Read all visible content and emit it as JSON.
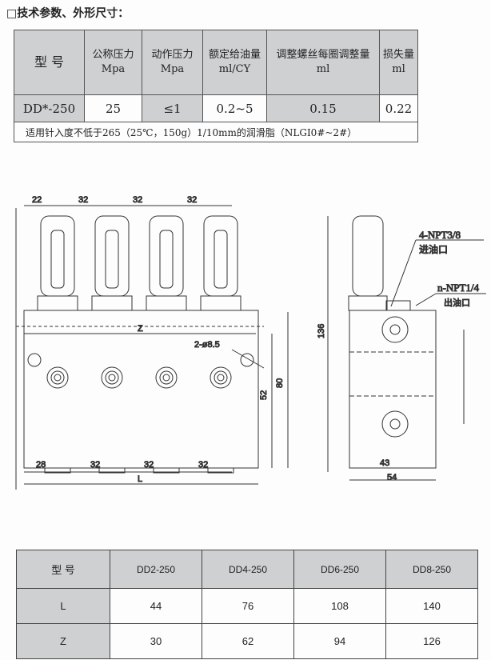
{
  "title": "□技术参数、外形尺寸：",
  "spec_table": {
    "headers": [
      [
        "型 号",
        ""
      ],
      [
        "公称压力",
        "Mpa"
      ],
      [
        "动作压力",
        "Mpa"
      ],
      [
        "额定给油量",
        "ml/CY"
      ],
      [
        "调整螺丝每圈调整量",
        "ml"
      ],
      [
        "损失量",
        "ml"
      ]
    ],
    "row": [
      "DD*-250",
      "25",
      "≤1",
      "0.2~5",
      "0.15",
      "0.22"
    ],
    "note": "适用针入度不低于265（25℃，150g）1/10mm的润滑脂（NLGI0#~2#）"
  },
  "drawing": {
    "dims_top": [
      "22",
      "32",
      "32",
      "32"
    ],
    "dims_bottom": [
      "28",
      "32",
      "32",
      "32"
    ],
    "Z": "Z",
    "L": "L",
    "holes": "2-ø8.5",
    "h52": "52",
    "h80": "80",
    "h136": "136",
    "w43": "43",
    "w54": "54",
    "inlet": "4-NPT3/8",
    "inlet_label": "进油口",
    "outlet": "n-NPT1/4",
    "outlet_label": "出油口"
  },
  "size_table": {
    "headers": [
      "型 号",
      "DD2-250",
      "DD4-250",
      "DD6-250",
      "DD8-250"
    ],
    "rows": [
      [
        "L",
        "44",
        "76",
        "108",
        "140"
      ],
      [
        "Z",
        "30",
        "62",
        "94",
        "126"
      ]
    ]
  }
}
